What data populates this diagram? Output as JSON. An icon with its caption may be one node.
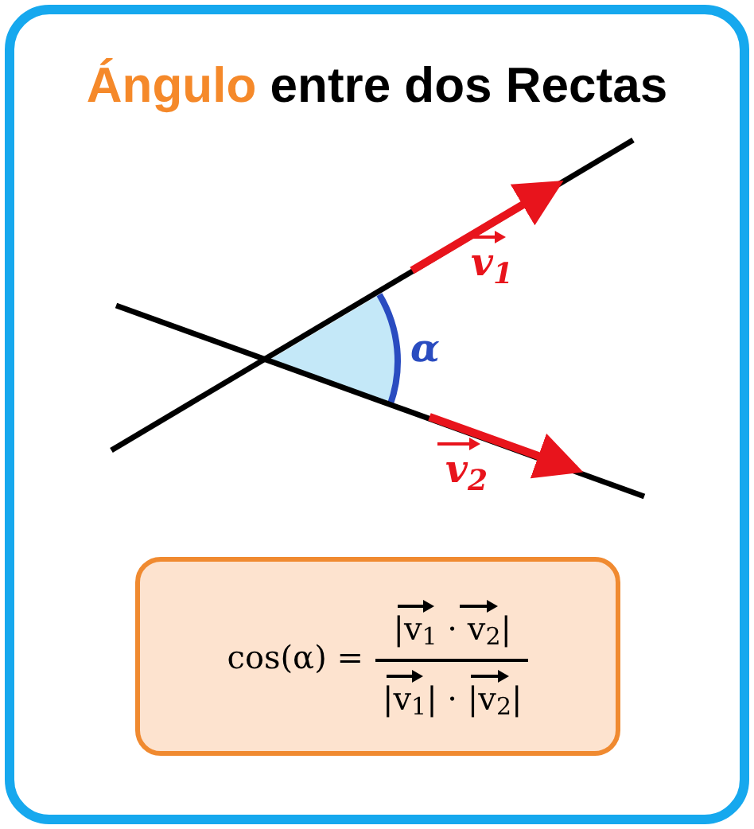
{
  "diagram": {
    "title": "Ángulo entre dos Rectas",
    "nodes": [
      {
        "text": [
          "cos(α) =",
          "|v$_{1}$ · v$_{2}$|",
          "|v$_{1}$| · |v$_{2}$|"
        ]
      }
    ],
    "labels": [
      "v$_{1}$",
      "α",
      "v$_{2}$"
    ]
  }
}
